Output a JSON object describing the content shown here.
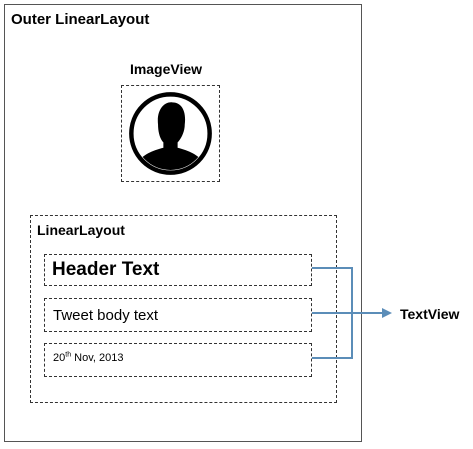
{
  "outer_layout": {
    "title": "Outer LinearLayout"
  },
  "image_view": {
    "label": "ImageView",
    "icon": "person-silhouette-icon"
  },
  "inner_layout": {
    "title": "LinearLayout",
    "text_views": {
      "header": "Header Text",
      "body": "Tweet body text",
      "date_day": "20",
      "date_suffix": "th",
      "date_rest": " Nov, 2013"
    }
  },
  "callout": {
    "label": "TextView",
    "color": "#5b8db8"
  }
}
